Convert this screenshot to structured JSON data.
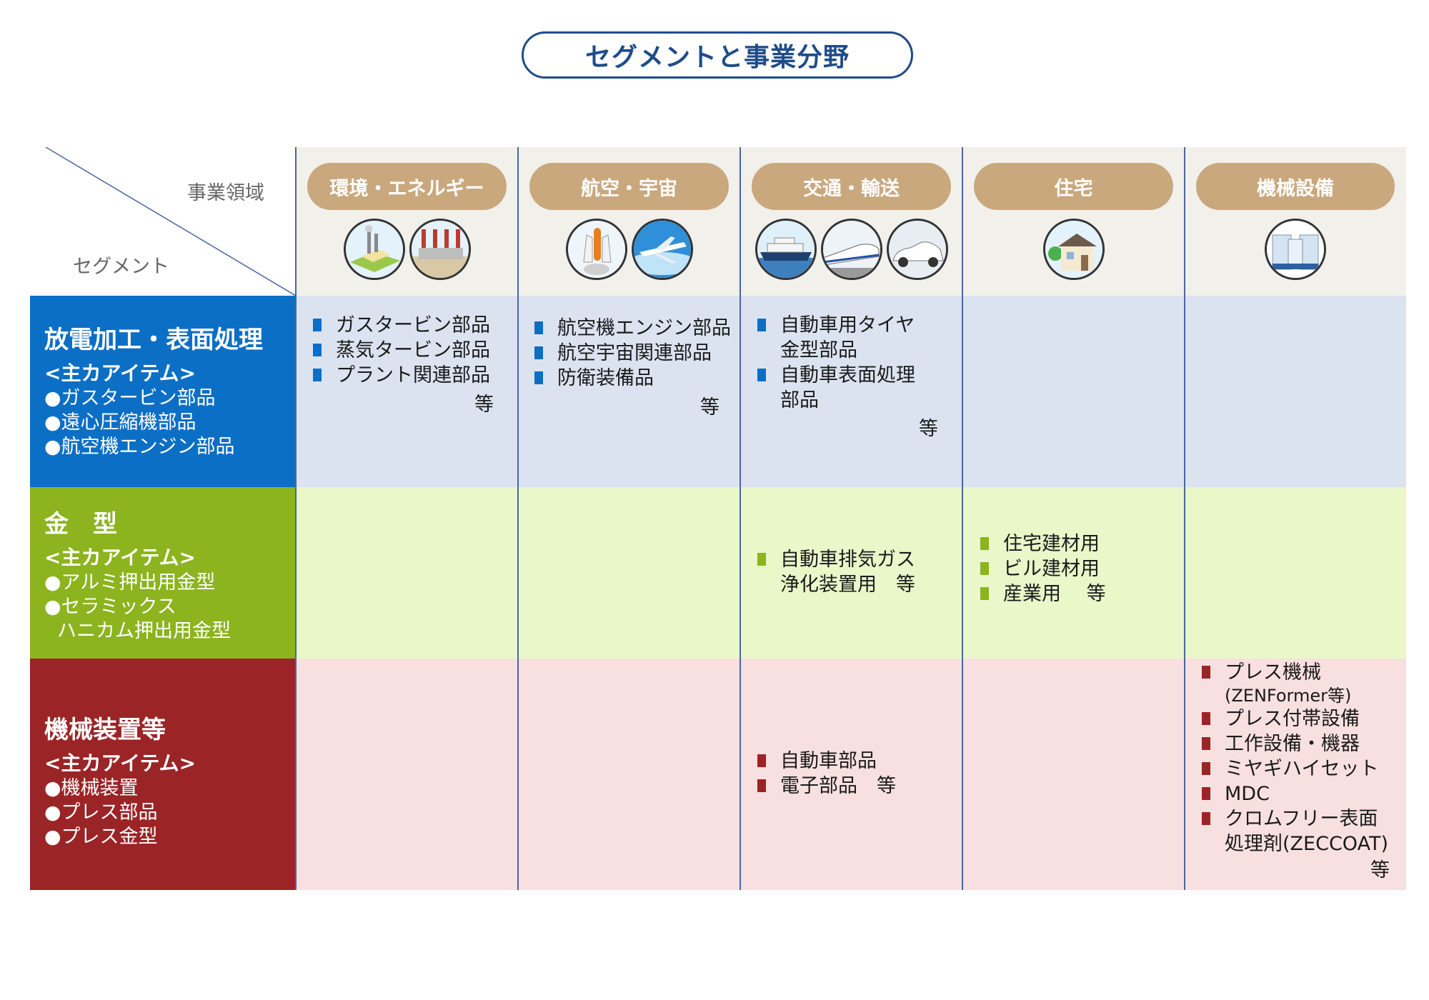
{
  "title": "セグメントと事業分野",
  "corner": {
    "domain_label": "事業領域",
    "segment_label": "セグメント"
  },
  "colors": {
    "title": "#1e4c8a",
    "pill": "#c9a87d",
    "blue": "#0b6fc6",
    "green": "#8bb41e",
    "red": "#9b2426",
    "blue_bg": "#dbe3f1",
    "green_bg": "#e9f7c9",
    "red_bg": "#f8e0e0",
    "header_bg": "#f2f0eb"
  },
  "columns": [
    {
      "label": "環境・エネルギー",
      "icons": [
        "factory-icon",
        "power-plant-icon"
      ]
    },
    {
      "label": "航空・宇宙",
      "icons": [
        "space-shuttle-icon",
        "airplane-icon"
      ]
    },
    {
      "label": "交通・輸送",
      "icons": [
        "ship-icon",
        "bullet-train-icon",
        "car-icon"
      ]
    },
    {
      "label": "住宅",
      "icons": [
        "house-icon"
      ]
    },
    {
      "label": "機械設備",
      "icons": [
        "machine-icon"
      ]
    }
  ],
  "segments": [
    {
      "name": "放電加工・表面処理",
      "sub": "<主カアイテム>",
      "items": [
        "●ガスタービン部品",
        "●遠心圧縮機部品",
        "●航空機エンジン部品"
      ]
    },
    {
      "name": "金　型",
      "sub": "<主カアイテム>",
      "items": [
        "●アルミ押出用金型",
        "●セラミックス",
        "ハニカム押出用金型"
      ]
    },
    {
      "name": "機械装置等",
      "sub": "<主カアイテム>",
      "items": [
        "●機械装置",
        "●プレス部品",
        "●プレス金型"
      ]
    }
  ],
  "cells": {
    "r1c1": {
      "items": [
        "ガスタービン部品",
        "蒸気タービン部品",
        "プラント関連部品"
      ],
      "etc": "等"
    },
    "r1c2": {
      "items": [
        "航空機エンジン部品",
        "航空宇宙関連部品",
        "防衛装備品"
      ],
      "etc": "等"
    },
    "r1c3": {
      "items": [
        "自動車用タイヤ",
        "自動車表面処理"
      ],
      "conts": [
        "金型部品",
        "部品"
      ],
      "etc": "等"
    },
    "r2c3": {
      "items": [
        "自動車排気ガス"
      ],
      "conts": [
        "浄化装置用　等"
      ]
    },
    "r2c4": {
      "items": [
        "住宅建材用",
        "ビル建材用",
        "産業用　 等"
      ]
    },
    "r3c3": {
      "items": [
        "自動車部品",
        "電子部品　等"
      ]
    },
    "r3c5": {
      "items": [
        "プレス機械",
        "プレス付帯設備",
        "工作設備・機器",
        "ミヤギハイセット",
        "MDC",
        "クロムフリー表面"
      ],
      "conts": [
        "(ZENFormer等)",
        "処理剤(ZECCOAT)"
      ],
      "etc": "等"
    }
  }
}
